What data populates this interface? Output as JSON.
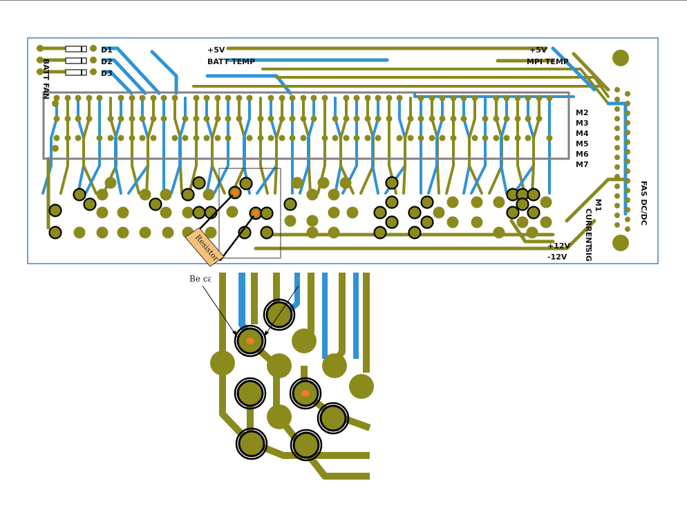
{
  "board": {
    "labels_left": [
      "BATT FAN"
    ],
    "diodes": [
      "D1",
      "D2",
      "D3"
    ],
    "top_labels": {
      "plus5_left": "+5V",
      "batt_temp": "BATT TEMP",
      "plus5_right": "+5V",
      "mpi_temp": "MPI TEMP"
    },
    "module_labels": [
      "M2",
      "M3",
      "M4",
      "M5",
      "M6",
      "M7"
    ],
    "right_labels": {
      "m1": "M1",
      "current": "CURRENT",
      "sig": "SIG",
      "plus12": "+12V",
      "minus12": "-12V",
      "dcdc": "FAS DC/DC"
    }
  },
  "annotations": {
    "resistor": "Resistor",
    "warning": "Be careful of solder bridging here"
  },
  "colors": {
    "trace_olive": "#8a8a1e",
    "trace_blue": "#2f93d6",
    "pad_olive": "#8b8a1c",
    "ring_black": "#000000",
    "resistor_fill": "#f3c27a",
    "highlight_orange": "#f07a2a",
    "outline_gray": "#808080"
  }
}
